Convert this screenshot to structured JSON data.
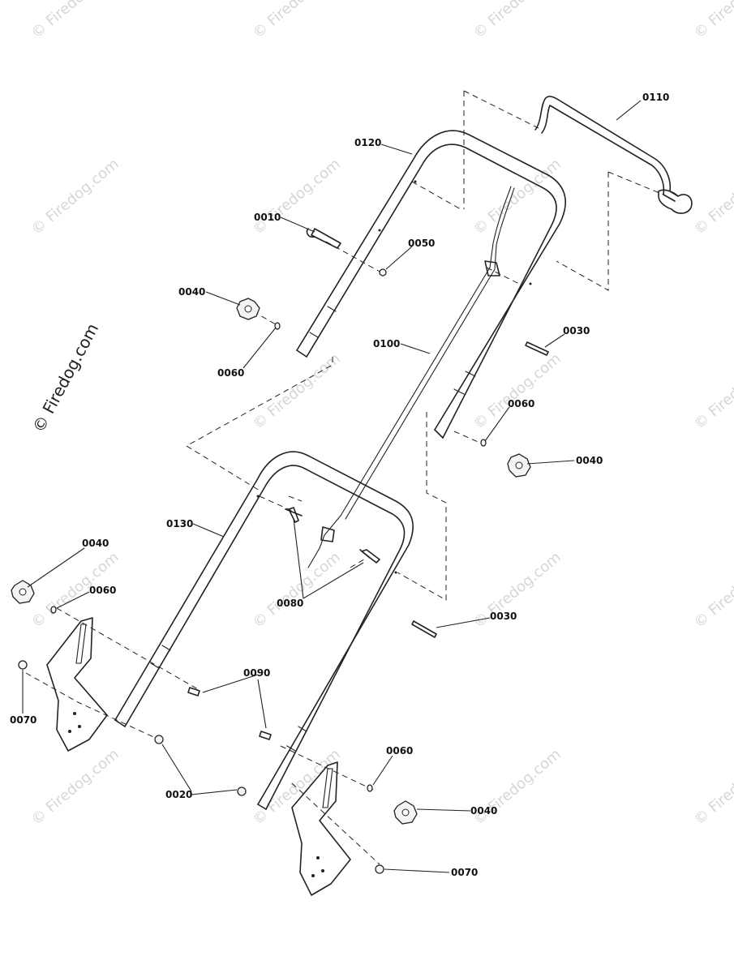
{
  "watermark": "© Firedog.com",
  "callouts": {
    "c0110": "0110",
    "c0120": "0120",
    "c0010": "0010",
    "c0050": "0050",
    "c0040a": "0040",
    "c0060a": "0060",
    "c0100": "0100",
    "c0030a": "0030",
    "c0060b": "0060",
    "c0040b": "0040",
    "c0130": "0130",
    "c0040c": "0040",
    "c0060c": "0060",
    "c0080": "0080",
    "c0030b": "0030",
    "c0090": "0090",
    "c0070a": "0070",
    "c0020": "0020",
    "c0060d": "0060",
    "c0040d": "0040",
    "c0070b": "0070"
  }
}
